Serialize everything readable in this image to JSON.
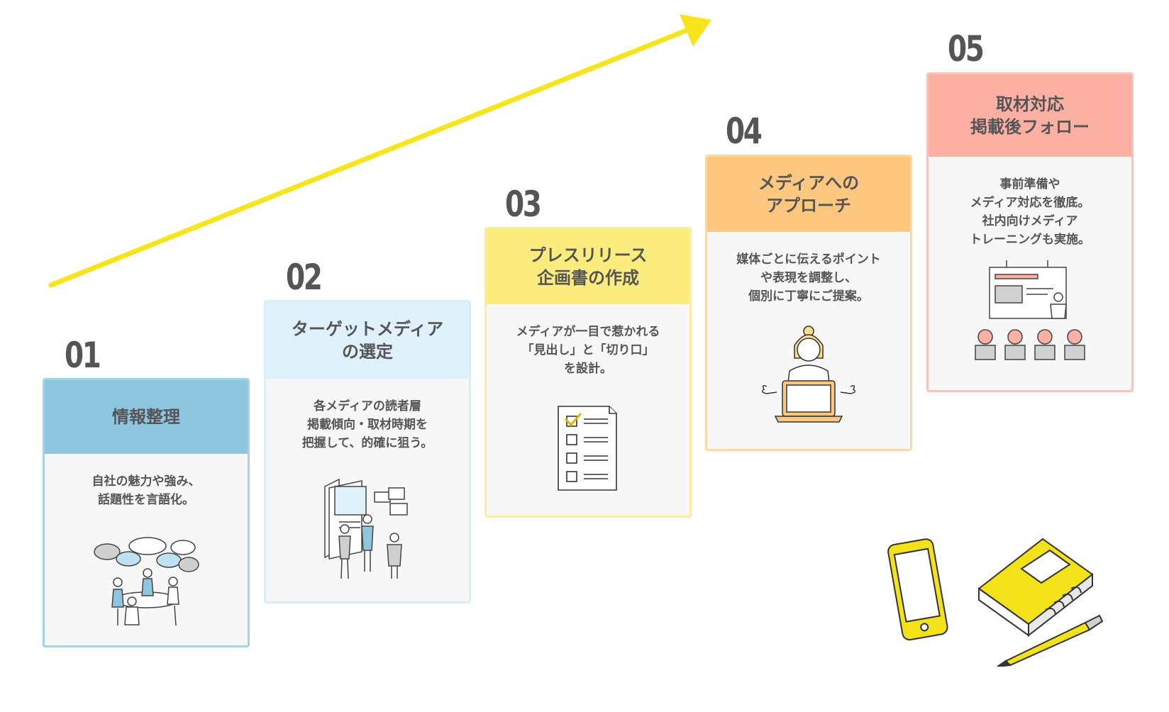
{
  "steps": [
    {
      "number": "01",
      "title": "情報整理",
      "description": "自社の魅力や強み、\n話題性を言語化。",
      "color": "#8ec6df",
      "illustration": "meeting-icon"
    },
    {
      "number": "02",
      "title": "ターゲットメディア\nの選定",
      "description": "各メディアの読者層\n掲載傾向・取材時期を\n把握して、的確に狙う。",
      "color": "#dff1fb",
      "illustration": "research-board-icon"
    },
    {
      "number": "03",
      "title": "プレスリリース\n企画書の作成",
      "description": "メディアが一目で惹かれる\n「見出し」と「切り口」\nを設計。",
      "color": "#fcec7e",
      "illustration": "checklist-icon"
    },
    {
      "number": "04",
      "title": "メディアへの\nアプローチ",
      "description": "媒体ごとに伝えるポイント\nや表現を調整し、\n個別に丁寧にご提案。",
      "color": "#fdc77f",
      "illustration": "laptop-presenter-icon"
    },
    {
      "number": "05",
      "title": "取材対応\n掲載後フォロー",
      "description": "事前準備や\nメディア対応を徹底。\n社内向けメディア\nトレーニングも実施。",
      "color": "#fcb0a4",
      "illustration": "training-seminar-icon"
    }
  ],
  "colors": {
    "arrow": "#f7e41c",
    "notebook": "#f3e21a",
    "number": "#555555"
  },
  "decorations": {
    "arrow": "progress-arrow-icon",
    "phone": "smartphone-icon",
    "notebook": "notebook-icon",
    "pen": "pen-icon"
  }
}
